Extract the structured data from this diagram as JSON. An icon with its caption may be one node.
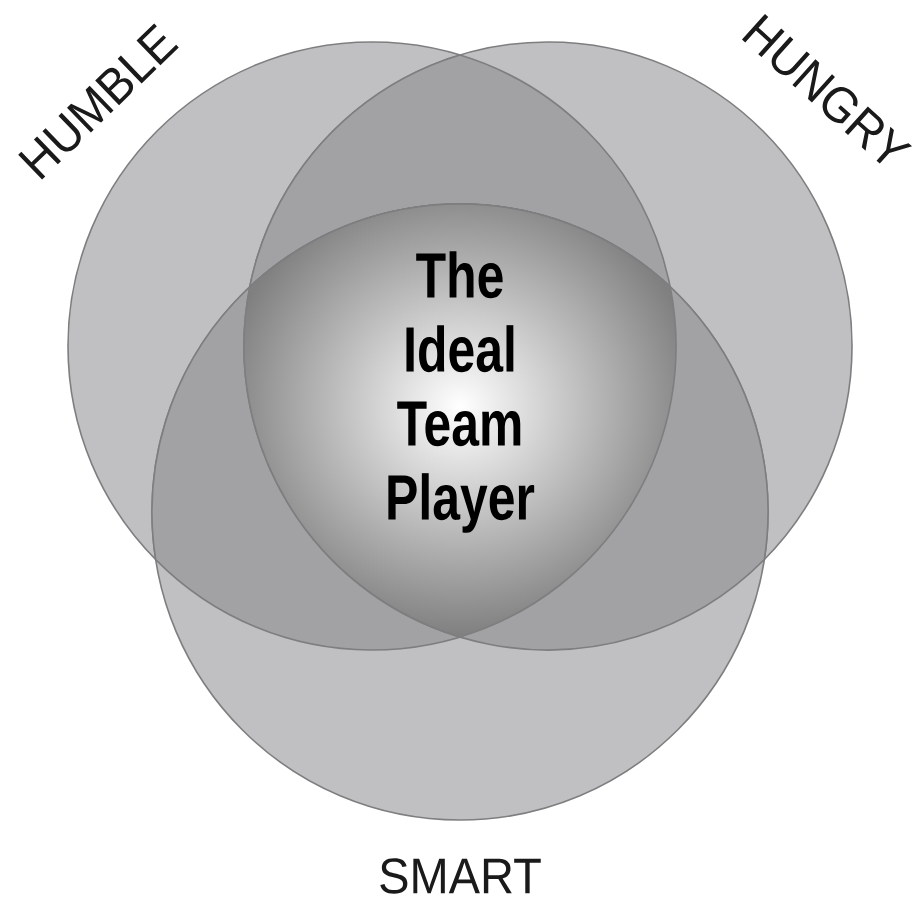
{
  "diagram": {
    "nodes": [
      {
        "text": [
          "HUMBLE"
        ]
      },
      {
        "text": [
          "HUNGRY"
        ]
      },
      {
        "text": [
          "SMART"
        ]
      },
      {
        "text": [
          "The Ideal Team Player"
        ]
      }
    ]
  }
}
